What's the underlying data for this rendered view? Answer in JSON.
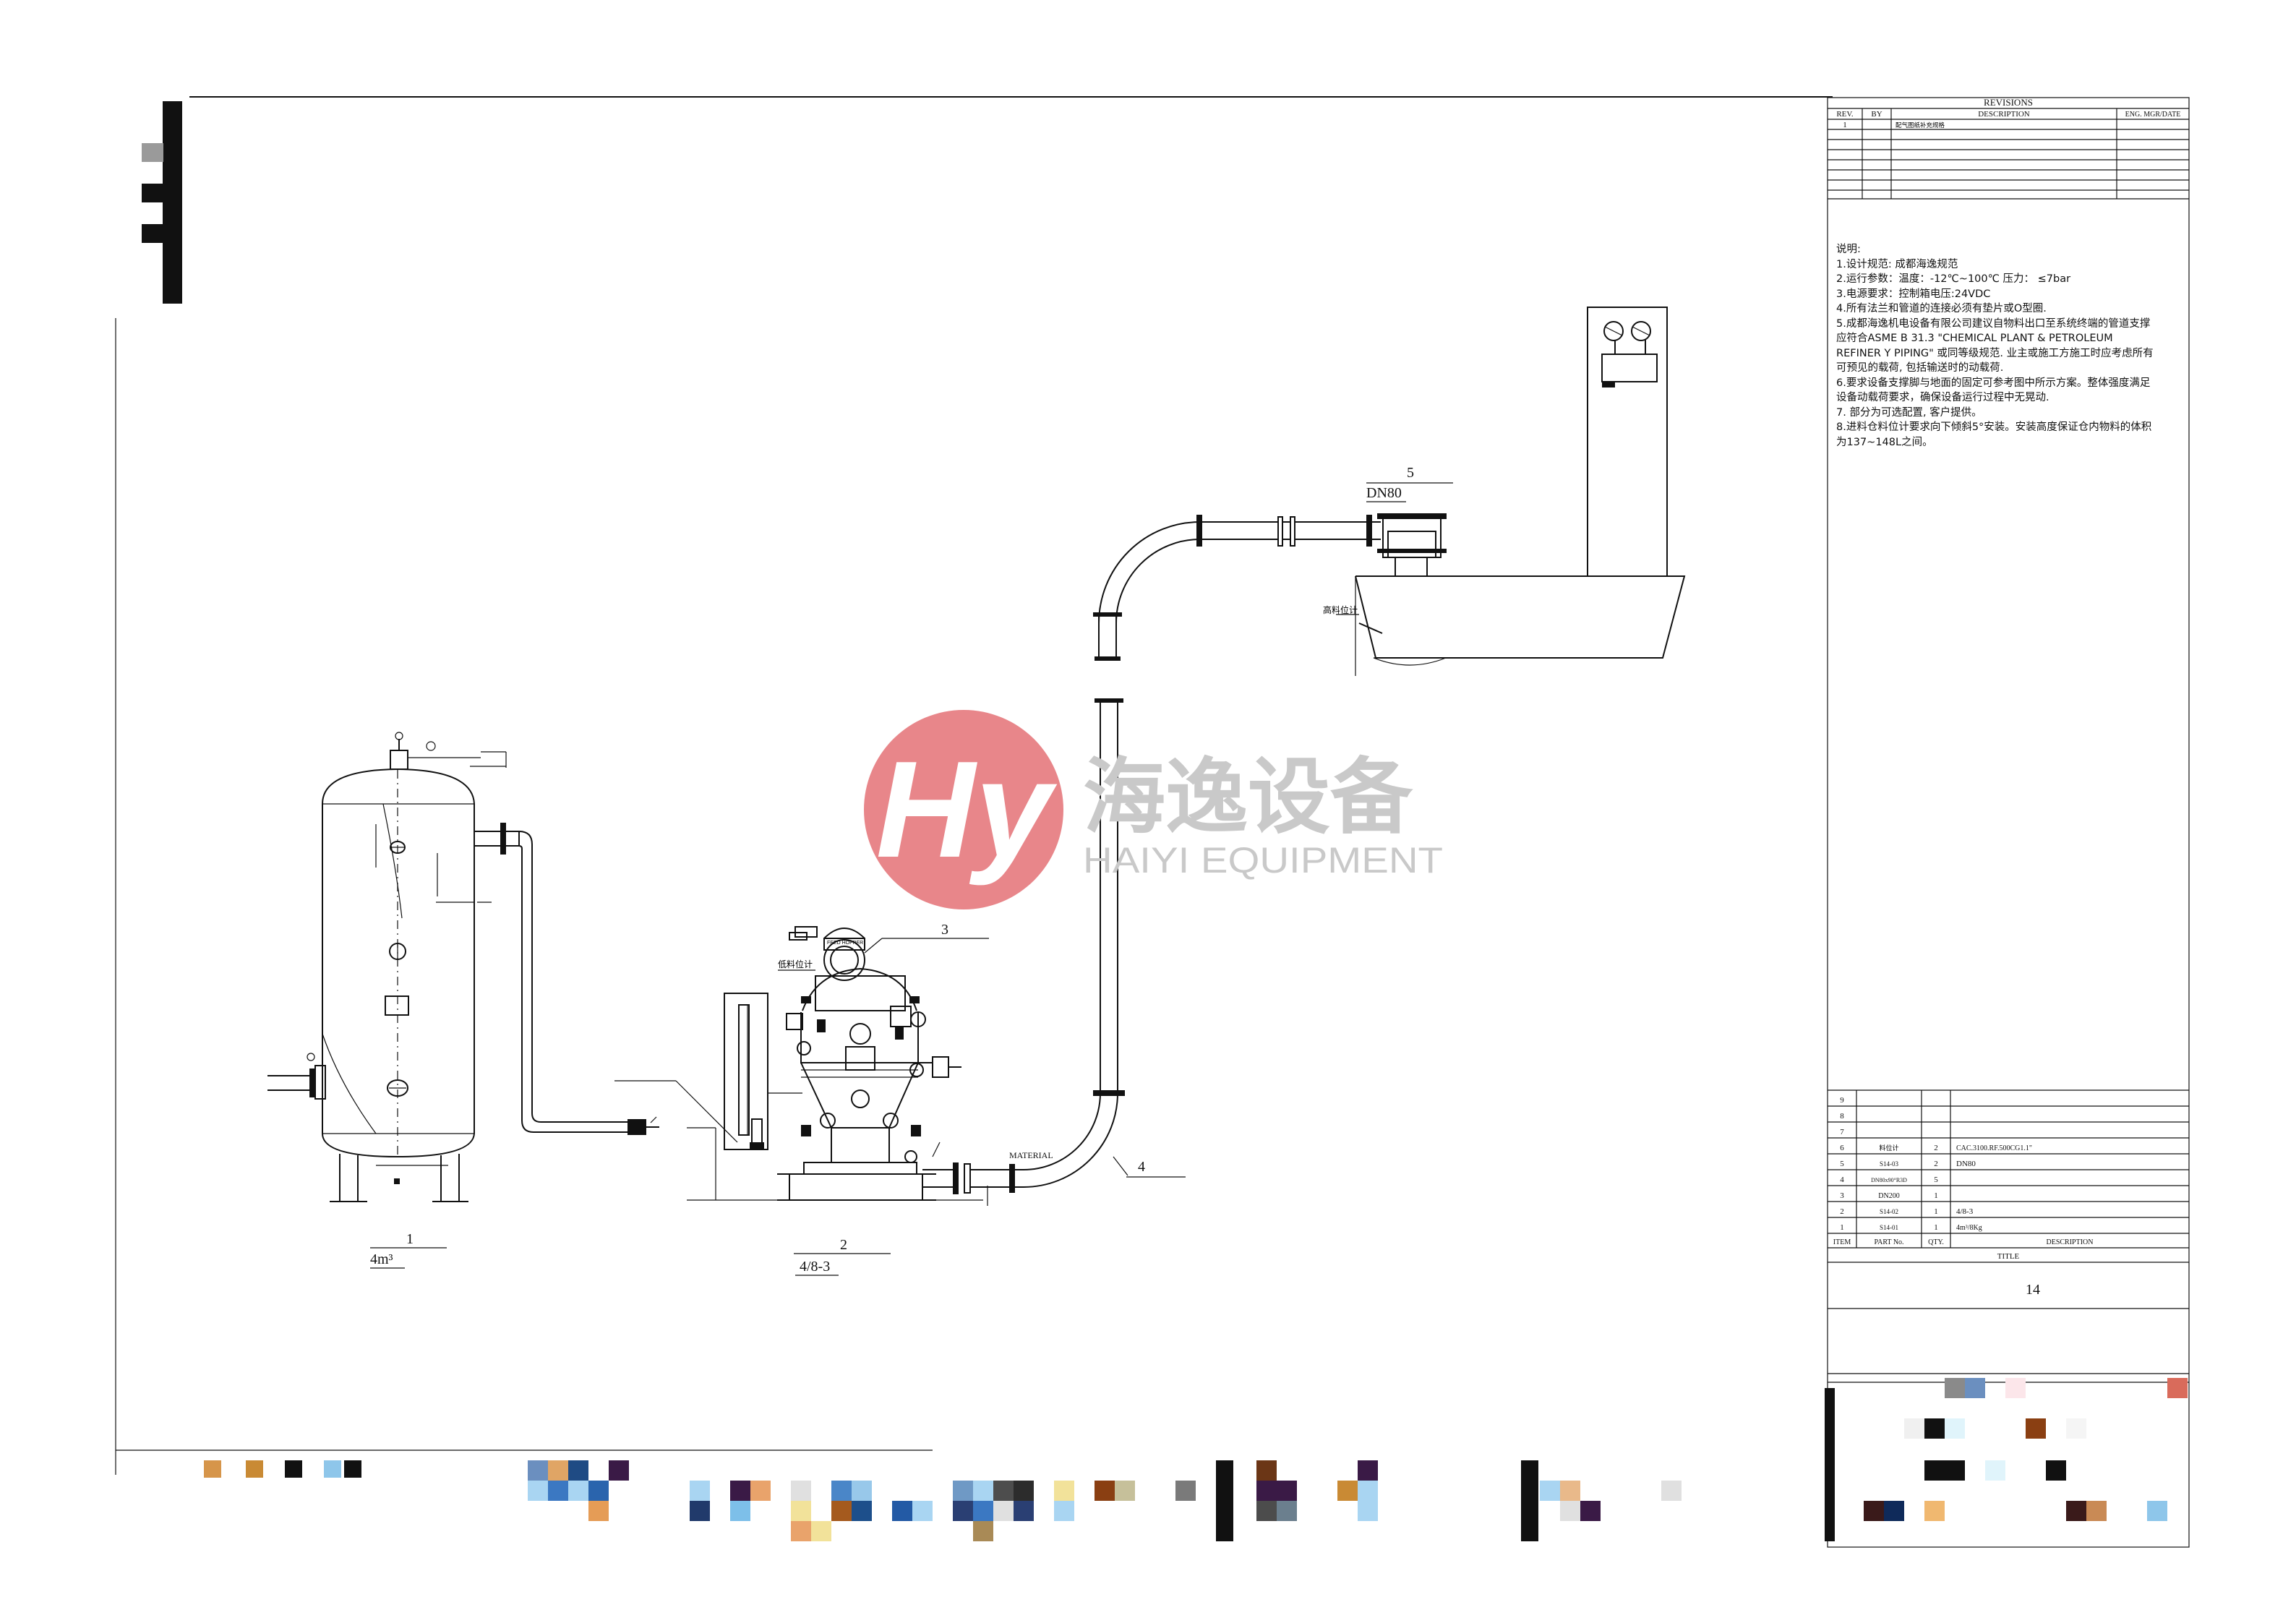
{
  "revisions": {
    "title": "REVISIONS",
    "headers": [
      "REV.",
      "BY",
      "DESCRIPTION",
      "ENG. MGR/DATE"
    ],
    "rows": [
      [
        "1",
        "",
        "配气图纸补充规格",
        ""
      ]
    ]
  },
  "notes": {
    "heading": "说明:",
    "lines": [
      "1.设计规范: 成都海逸规范",
      "2.运行参数：温度：-12℃~100℃        压力：  ≤7bar",
      "3.电源要求：控制箱电压:24VDC",
      "4.所有法兰和管道的连接必须有垫片或O型圈.",
      "5.成都海逸机电设备有限公司建议自物料出口至系统终端的管道支撑",
      "应符合ASME  B 31.3    \"CHEMICAL PLANT & PETROLEUM",
      "REFINER Y PIPING\" 或同等级规范. 业主或施工方施工时应考虑所有",
      "可预见的载荷, 包括输送时的动载荷.",
      "6.要求设备支撑脚与地面的固定可参考图中所示方案。整体强度满足",
      "设备动载荷要求，确保设备运行过程中无晃动.",
      "7.        部分为可选配置, 客户提供。",
      "8.进料仓料位计要求向下倾斜5°安装。安装高度保证仓内物料的体积",
      "为137~148L之间。"
    ]
  },
  "parts": {
    "headers": [
      "ITEM",
      "PART No.",
      "QTY.",
      "DESCRIPTION"
    ],
    "rows": [
      [
        "9",
        "",
        "",
        ""
      ],
      [
        "8",
        "",
        "",
        ""
      ],
      [
        "7",
        "",
        "",
        ""
      ],
      [
        "6",
        "料位计",
        "2",
        "CAC.3100.RF.500CG1.1\""
      ],
      [
        "5",
        "S14-03",
        "2",
        "DN80"
      ],
      [
        "4",
        "DN80x90°R3D",
        "5",
        ""
      ],
      [
        "3",
        "DN200",
        "1",
        ""
      ],
      [
        "2",
        "S14-02",
        "1",
        "4/8-3"
      ],
      [
        "1",
        "S14-01",
        "1",
        "4m³/8Kg"
      ]
    ],
    "title_label": "TITLE",
    "title_value": "14"
  },
  "callouts": {
    "item1_num": "1",
    "item1_desc": "4m³",
    "item2_num": "2",
    "item2_desc": "4/8-3",
    "item3_num": "3",
    "item4_num": "4",
    "item5_num": "5",
    "item5_desc": "DN80",
    "material_label": "MATERIAL",
    "high_level_label": "高料位计",
    "low_level_label": "低料位计",
    "feed_hopper_label": "FEED HOPPER"
  },
  "watermark": {
    "logo_letters": "Hy",
    "cn_name": "海逸设备",
    "en_name": "HAIYI EQUIPMENT",
    "color": "#e8868a"
  }
}
